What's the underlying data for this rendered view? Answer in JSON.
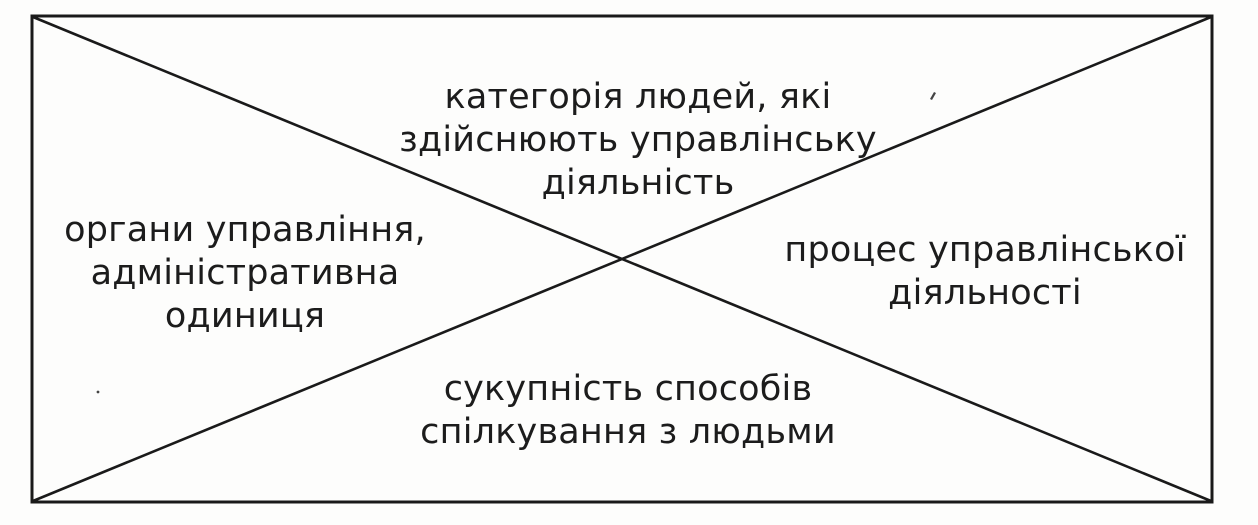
{
  "diagram": {
    "quadrants": {
      "top": {
        "lines": [
          "категорія людей, які",
          "здійснюють управлінську",
          "діяльність"
        ]
      },
      "left": {
        "lines": [
          "органи управління,",
          "адміністративна",
          "одиниця"
        ]
      },
      "right": {
        "lines": [
          "процес управлінської",
          "діяльності"
        ]
      },
      "bottom": {
        "lines": [
          "сукупність способів",
          "спілкування з людьми"
        ]
      }
    },
    "colors": {
      "ink": "#1a1a1a",
      "paper": "#fdfdfc"
    }
  }
}
